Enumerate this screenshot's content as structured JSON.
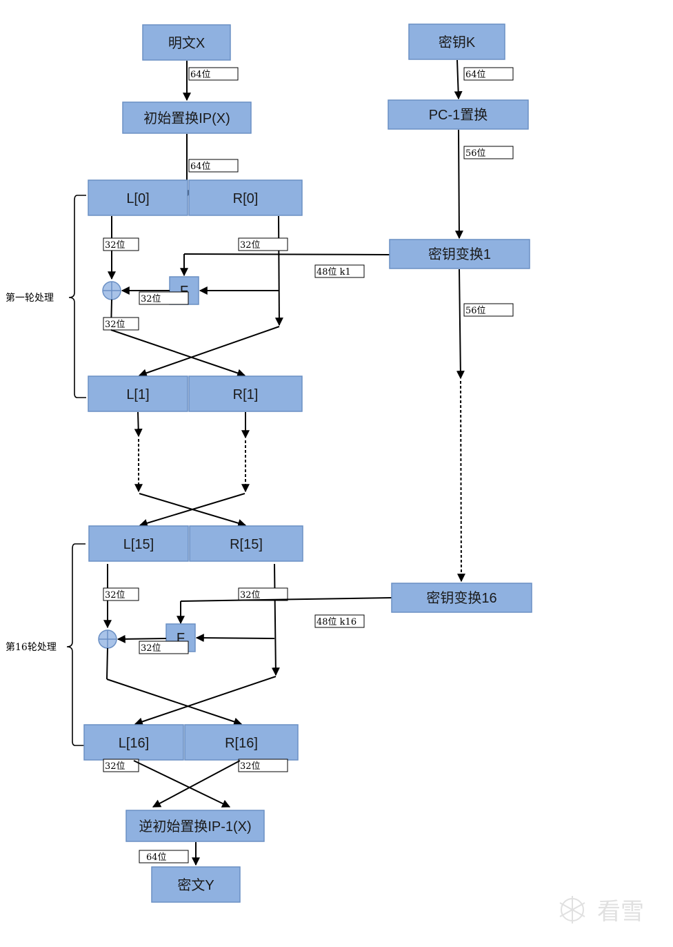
{
  "boxes": {
    "plaintext": "明文X",
    "ip": "初始置换IP(X)",
    "l0": "L[0]",
    "r0": "R[0]",
    "l1": "L[1]",
    "r1": "R[1]",
    "l15": "L[15]",
    "r15": "R[15]",
    "l16": "L[16]",
    "r16": "R[16]",
    "inverse_ip": "逆初始置换IP-1(X)",
    "ciphertext": "密文Y",
    "key": "密钥K",
    "pc1": "PC-1置换",
    "key_transform_1": "密钥变换1",
    "key_transform_16": "密钥变换16",
    "f1": "F",
    "f16": "F"
  },
  "labels": {
    "plain_64": "64位",
    "ip_64": "64位",
    "key_64": "64位",
    "pc1_56": "56位",
    "kt1_56": "56位",
    "r1_l32": "32位",
    "r1_r32": "32位",
    "r1_k": "48位 k1",
    "r1_f32": "32位",
    "r1_xor32": "32位",
    "r16_l32": "32位",
    "r16_r32": "32位",
    "r16_k": "48位 k16",
    "r16_f32": "32位",
    "l16_32": "32位",
    "r16out_32": "32位",
    "out_64": "64位"
  },
  "side": {
    "round1": "第一轮处理",
    "round16": "第16轮处理"
  },
  "watermark": "看雪",
  "colors": {
    "box_fill": "#8fb1e0",
    "box_stroke": "#6a8fc4"
  },
  "icons": [
    "xor-icon",
    "snowflake-icon"
  ]
}
